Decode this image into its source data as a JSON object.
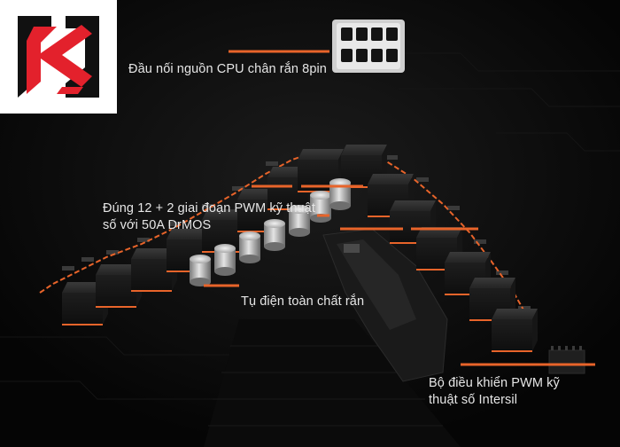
{
  "colors": {
    "background": "#050505",
    "accent": "#e8642a",
    "logo_red": "#e3212c",
    "text": "#e6e6e6"
  },
  "logo": {
    "icon": "hb-monogram-logo-icon"
  },
  "labels": {
    "cpu_power": "Đầu nối nguồn CPU chân rắn 8pin",
    "power_phases": "Đúng 12 + 2 giai đoạn PWM kỹ thuật\nsố với 50A DrMOS",
    "solid_capacitors": "Tụ điện toàn chất rắn",
    "pwm_controller": "Bộ điều khiển PWM kỹ\nthuật số Intersil"
  }
}
